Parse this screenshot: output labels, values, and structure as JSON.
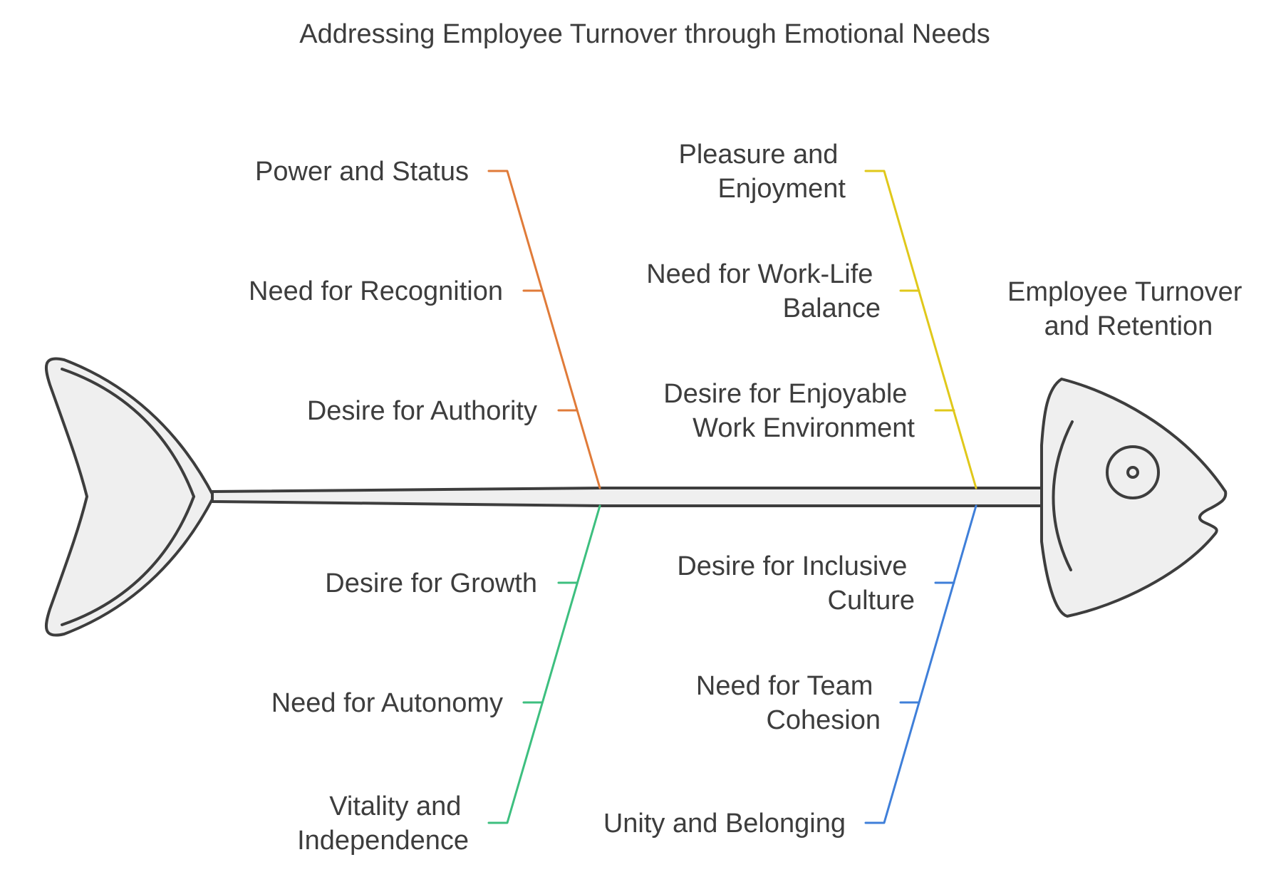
{
  "title": "Addressing Employee Turnover through Emotional Needs",
  "effect": [
    "Employee Turnover",
    "and Retention"
  ],
  "colors": {
    "orange": "#e07b39",
    "yellow": "#e0c81a",
    "green": "#3dbf7f",
    "blue": "#3f7fd9",
    "outline": "#3d3d3d",
    "fill": "#efefef"
  },
  "branches": {
    "top_left": [
      "Power and Status",
      "Need for Recognition",
      "Desire for Authority"
    ],
    "top_right": [
      [
        "Pleasure and",
        "Enjoyment"
      ],
      [
        "Need for Work-Life",
        "Balance"
      ],
      [
        "Desire for Enjoyable",
        "Work Environment"
      ]
    ],
    "bottom_left": [
      [
        "Desire for Growth"
      ],
      [
        "Need for Autonomy"
      ],
      [
        "Vitality and",
        "Independence"
      ]
    ],
    "bottom_right": [
      [
        "Desire for Inclusive",
        "Culture"
      ],
      [
        "Need for Team",
        "Cohesion"
      ],
      [
        "Unity and Belonging"
      ]
    ]
  }
}
